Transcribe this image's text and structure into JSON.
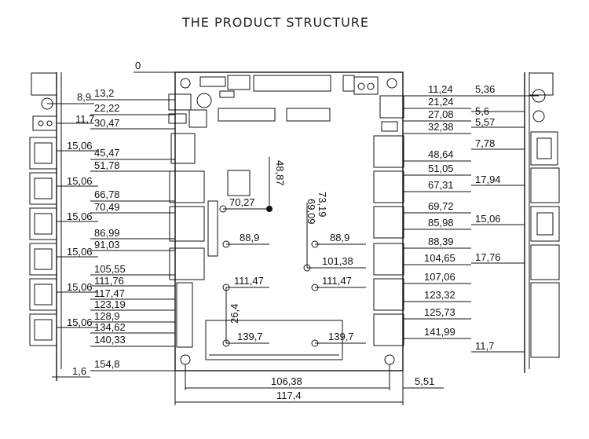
{
  "title": "THE PRODUCT STRUCTURE",
  "left_side_dims": [
    "8,9",
    "11,7",
    "15,06",
    "15,06",
    "15,06",
    "15,06",
    "15,06",
    "15,06",
    "1,6"
  ],
  "top_origin": "0",
  "left_col_dims": [
    "13,2",
    "22,22",
    "30,47",
    "45,47",
    "51,78",
    "66,78",
    "70,49",
    "86,99",
    "91,03",
    "105,55",
    "111,76",
    "117,47",
    "123,19",
    "128,9",
    "134,62",
    "140,33",
    "154,8"
  ],
  "right_col_dims": [
    "11,24",
    "21,24",
    "27,08",
    "32,38",
    "48,64",
    "51,05",
    "67,31",
    "69,72",
    "85,98",
    "88,39",
    "104,65",
    "107,06",
    "123,32",
    "125,73",
    "141,99"
  ],
  "interior_dims": {
    "v_48_87": "48,87",
    "h_70_27": "70,27",
    "v_73_19": "73,19",
    "v_69_09": "69,09",
    "h_88_9_left": "88,9",
    "h_88_9_right": "88,9",
    "h_101_38": "101,38",
    "h_111_47_left": "111,47",
    "h_111_47_right": "111,47",
    "v_26_4": "26,4",
    "h_139_7_left": "139,7",
    "h_139_7_right": "139,7"
  },
  "bottom_dims": [
    "106,38",
    "5,51",
    "117,4"
  ],
  "right_side_dims": [
    "5,36",
    "5,6",
    "5,57",
    "7,78",
    "17,94",
    "15,06",
    "17,76",
    "11,7"
  ]
}
